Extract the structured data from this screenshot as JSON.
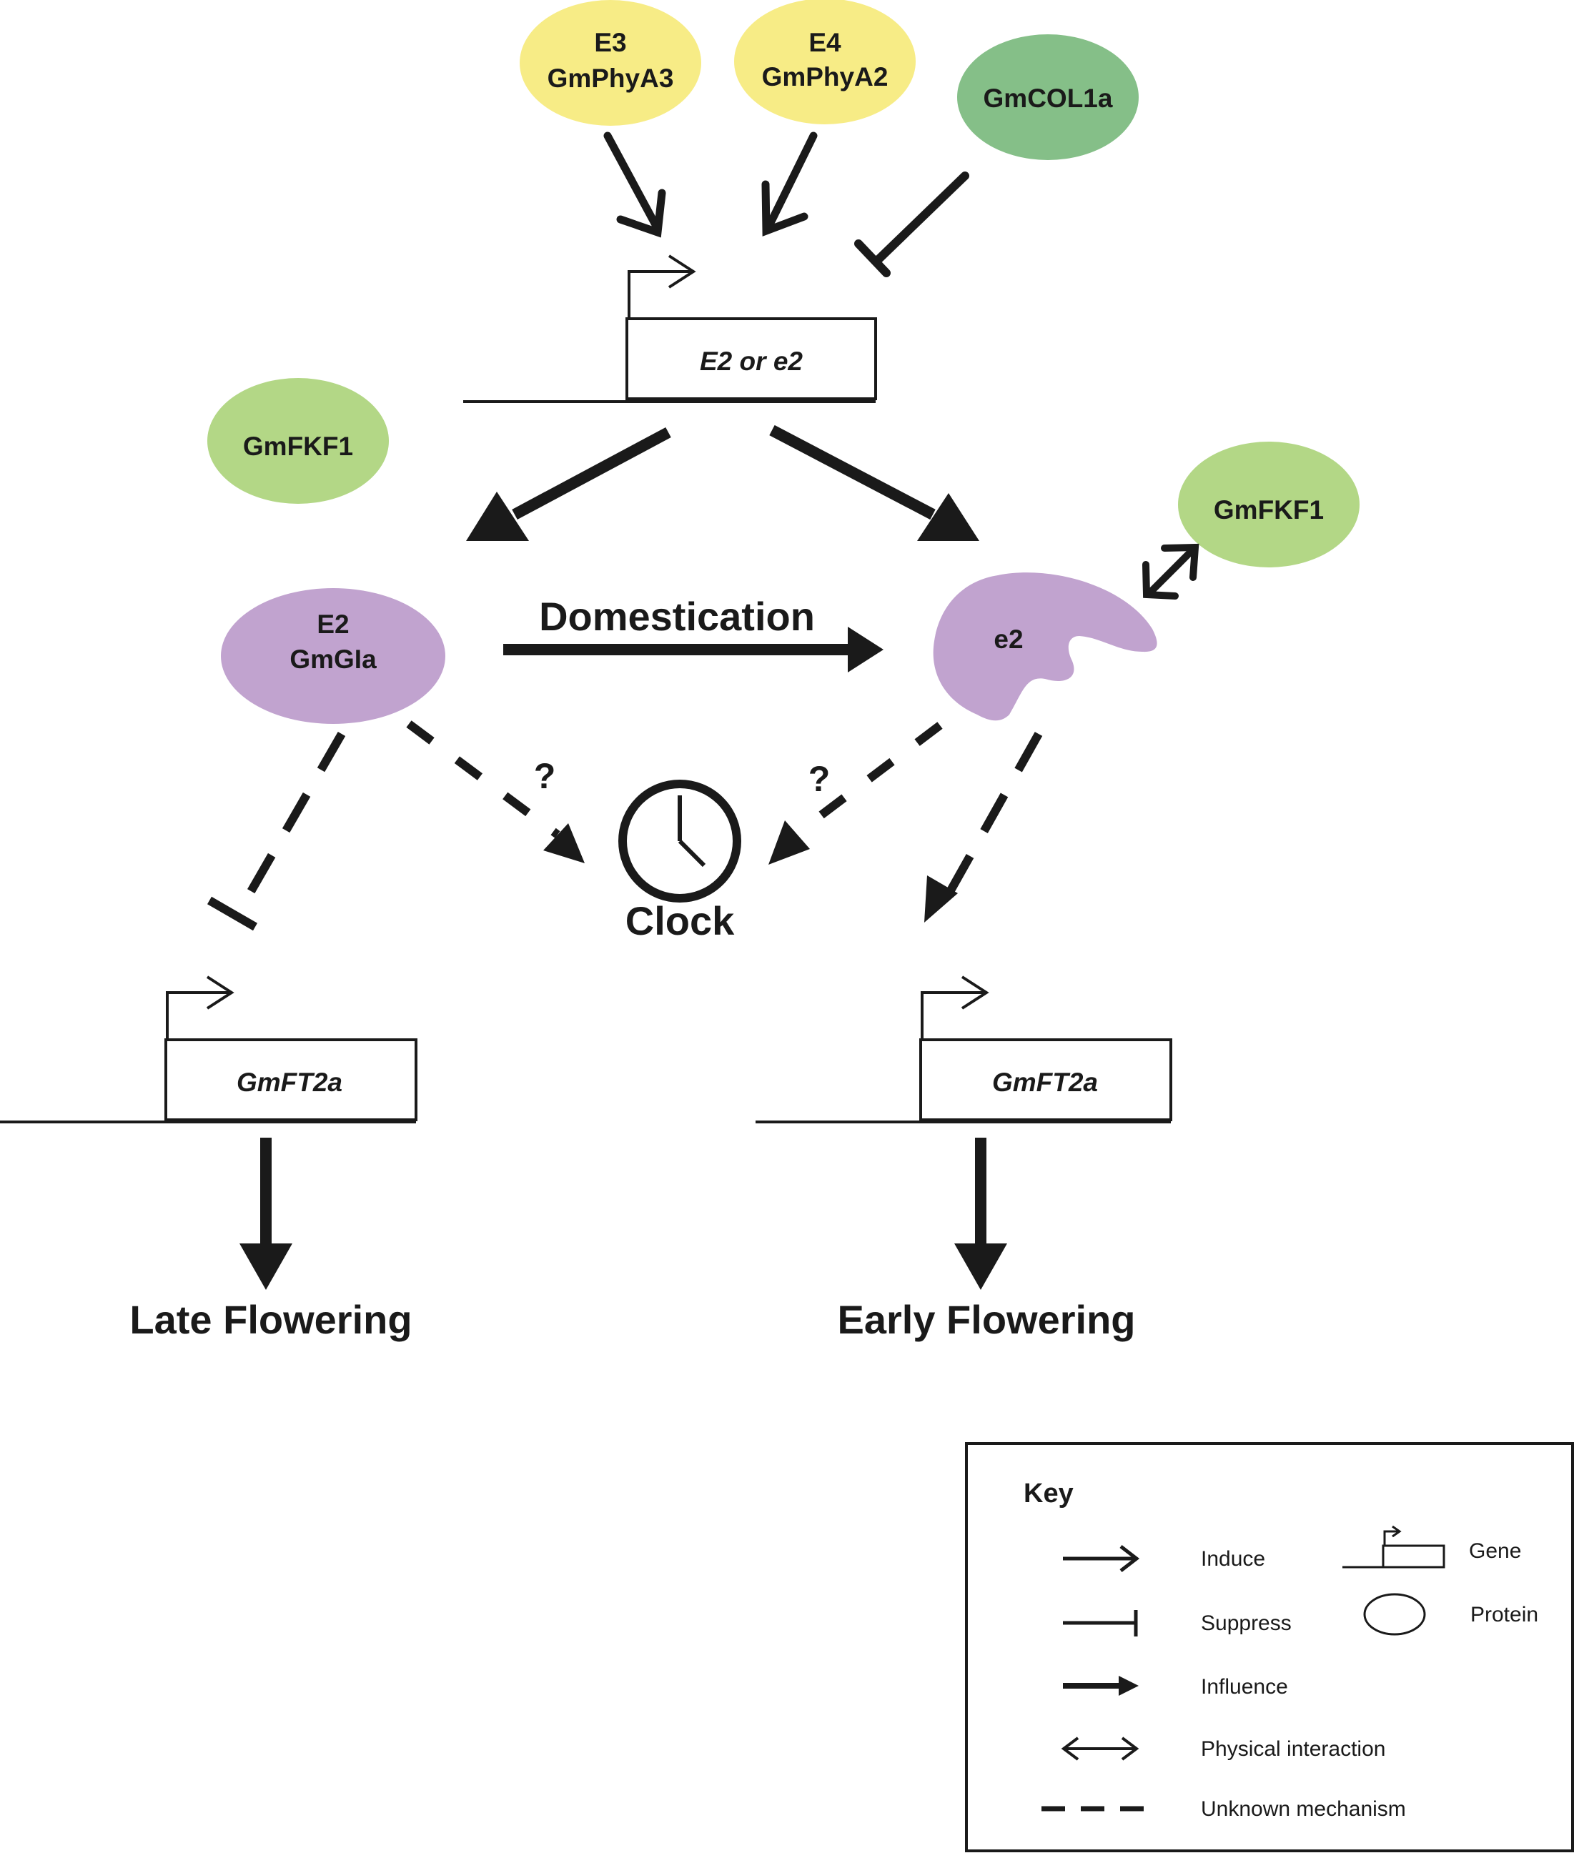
{
  "colors": {
    "yellow_protein": "#f7ec86",
    "green_dark_protein": "#85bf88",
    "green_light_protein": "#b3d786",
    "purple_protein": "#c1a3cf",
    "ink": "#1a1a1a"
  },
  "proteins": {
    "e3": {
      "line1": "E3",
      "line2": "GmPhyA3"
    },
    "e4": {
      "line1": "E4",
      "line2": "GmPhyA2"
    },
    "gmcol1a": {
      "label": "GmCOL1a"
    },
    "gmfkf1_left": {
      "label": "GmFKF1"
    },
    "gmfkf1_right": {
      "label": "GmFKF1"
    },
    "e2_gmgia": {
      "line1": "E2",
      "line2": "GmGIa"
    },
    "e2_mutant": {
      "label": "e2"
    }
  },
  "genes": {
    "e2_gene": {
      "label": "E2 or e2"
    },
    "gmft2a_left": {
      "label": "GmFT2a"
    },
    "gmft2a_right": {
      "label": "GmFT2a"
    }
  },
  "labels": {
    "domestication": "Domestication",
    "clock": "Clock",
    "question_left": "?",
    "question_right": "?",
    "late_flowering": "Late Flowering",
    "early_flowering": "Early Flowering"
  },
  "key": {
    "title": "Key",
    "induce": "Induce",
    "suppress": "Suppress",
    "influence": "Influence",
    "physical_interaction": "Physical interaction",
    "unknown_mechanism": "Unknown mechanism",
    "gene": "Gene",
    "protein": "Protein"
  }
}
